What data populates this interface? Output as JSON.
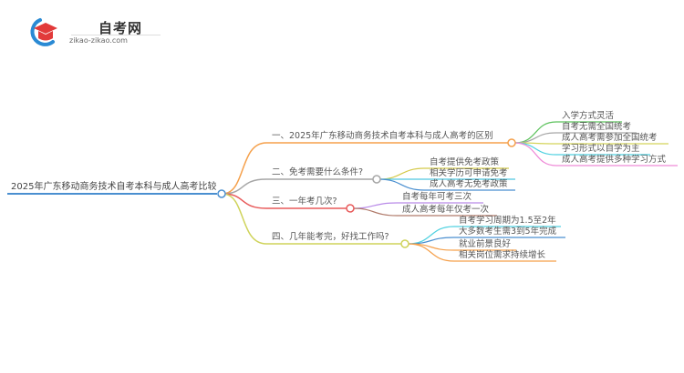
{
  "logo": {
    "title": "自考网",
    "url": "zikao-zikao.com",
    "icon": "graduation-cap-icon"
  },
  "mindmap": {
    "root": "2025年广东移动商务技术自考本科与成人高考比较",
    "branches": [
      {
        "label": "一、2025年广东移动商务技术自考本科与成人高考的区别",
        "color": "#f5a04b",
        "children": [
          {
            "label": "入学方式灵活",
            "color": "#5cc25c"
          },
          {
            "label": "自考无需全国统考",
            "color": "#a6a6a6"
          },
          {
            "label": "成人高考需参加全国统考",
            "color": "#d4d45a"
          },
          {
            "label": "学习形式以自学为主",
            "color": "#4fd1e0"
          },
          {
            "label": "成人高考提供多种学习方式",
            "color": "#ef8ad8"
          }
        ]
      },
      {
        "label": "二、免考需要什么条件?",
        "color": "#a6a6a6",
        "children": [
          {
            "label": "自考提供免考政策",
            "color": "#d4c94a"
          },
          {
            "label": "相关学历可申请免考",
            "color": "#4fc8e0"
          },
          {
            "label": "成人高考无免考政策",
            "color": "#4a8fd0"
          }
        ]
      },
      {
        "label": "三、一年考几次?",
        "color": "#e85a5a",
        "children": [
          {
            "label": "自考每年可考三次",
            "color": "#b98ae8"
          },
          {
            "label": "成人高考每年仅考一次",
            "color": "#b07a6a"
          }
        ]
      },
      {
        "label": "四、几年能考完，好找工作吗?",
        "color": "#cfd35a",
        "children": [
          {
            "label": "自考学习周期为1.5至2年",
            "color": "#4fd1e0"
          },
          {
            "label": "大多数考生需3到5年完成",
            "color": "#4a8fd0"
          },
          {
            "label": "就业前景良好",
            "color": "#f5a04b"
          },
          {
            "label": "相关岗位需求持续增长",
            "color": "#f5a04b"
          }
        ]
      }
    ]
  }
}
